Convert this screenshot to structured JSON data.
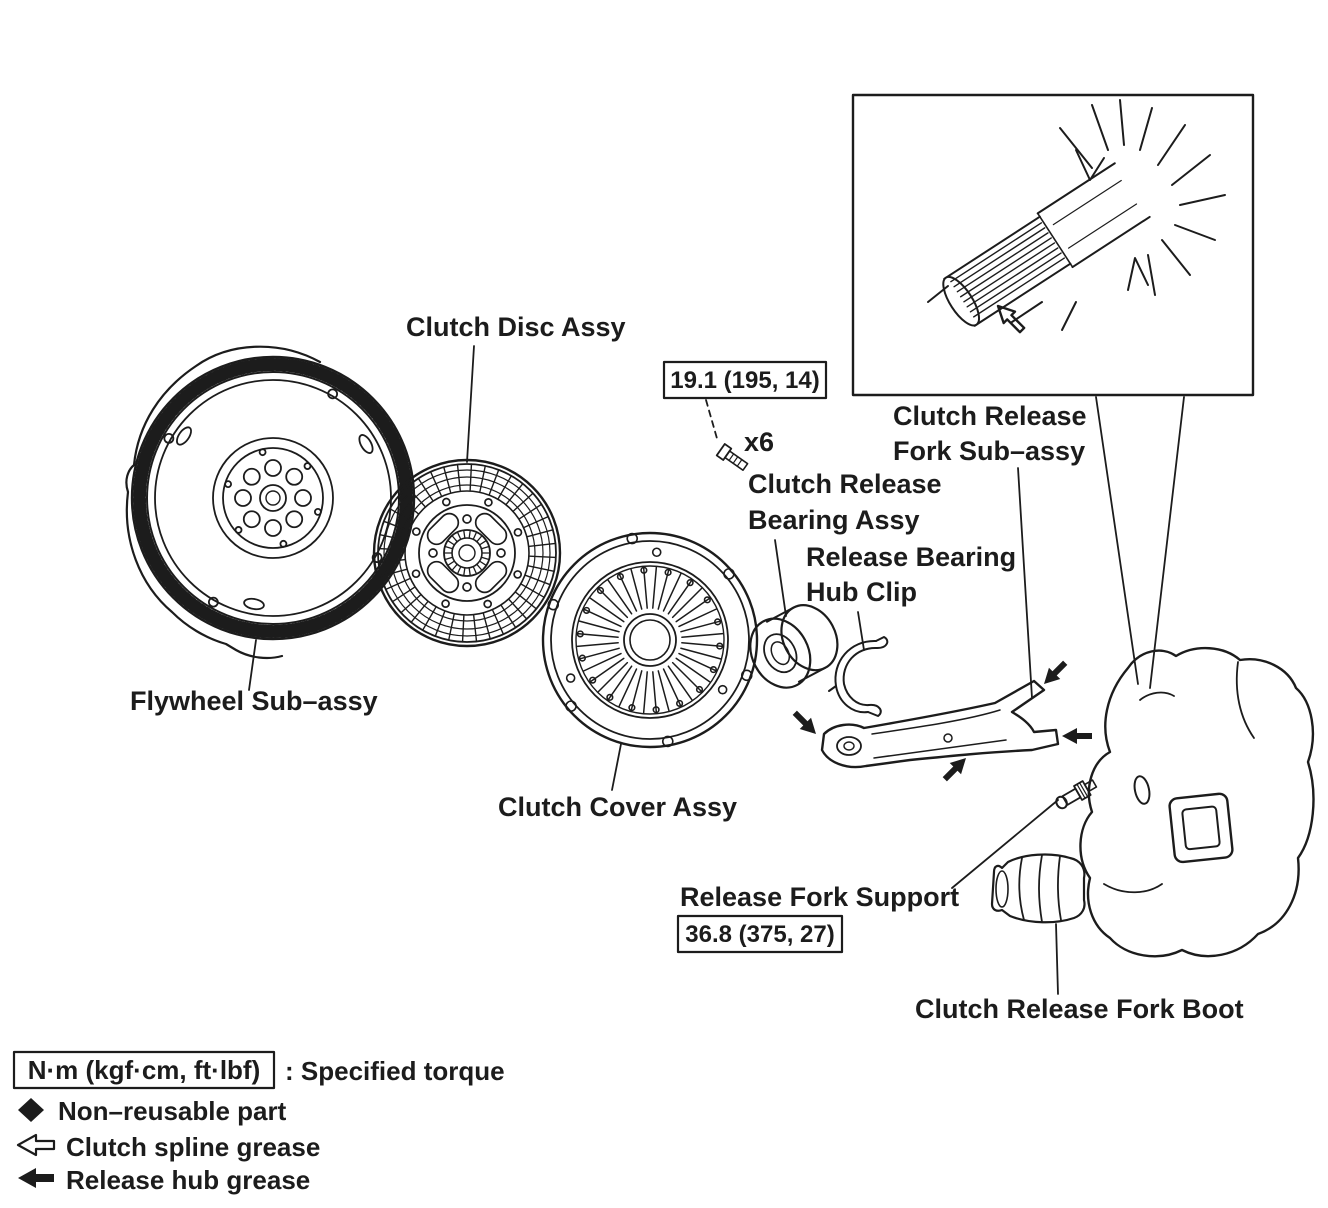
{
  "labels": {
    "clutch_disc": "Clutch Disc Assy",
    "flywheel": "Flywheel Sub–assy",
    "clutch_cover": "Clutch Cover Assy",
    "release_fork_line1": "Clutch Release",
    "release_fork_line2": "Fork Sub–assy",
    "release_bearing_line1": "Clutch Release",
    "release_bearing_line2": "Bearing Assy",
    "hub_clip_line1": "Release Bearing",
    "hub_clip_line2": "Hub Clip",
    "fork_support": "Release Fork Support",
    "fork_boot": "Clutch Release Fork Boot",
    "bolt_count": "x6"
  },
  "torques": {
    "clutch_cover_bolt": "19.1 (195, 14)",
    "release_fork_support": "36.8 (375, 27)"
  },
  "legend": {
    "torque_unit_box": "N·m (kgf·cm, ft·lbf)",
    "torque_meaning": ": Specified torque",
    "non_reusable": "Non–reusable part",
    "clutch_spline_grease": "Clutch spline grease",
    "release_hub_grease": "Release hub grease"
  },
  "colors": {
    "ink": "#1c1c1c",
    "background": "#ffffff"
  }
}
